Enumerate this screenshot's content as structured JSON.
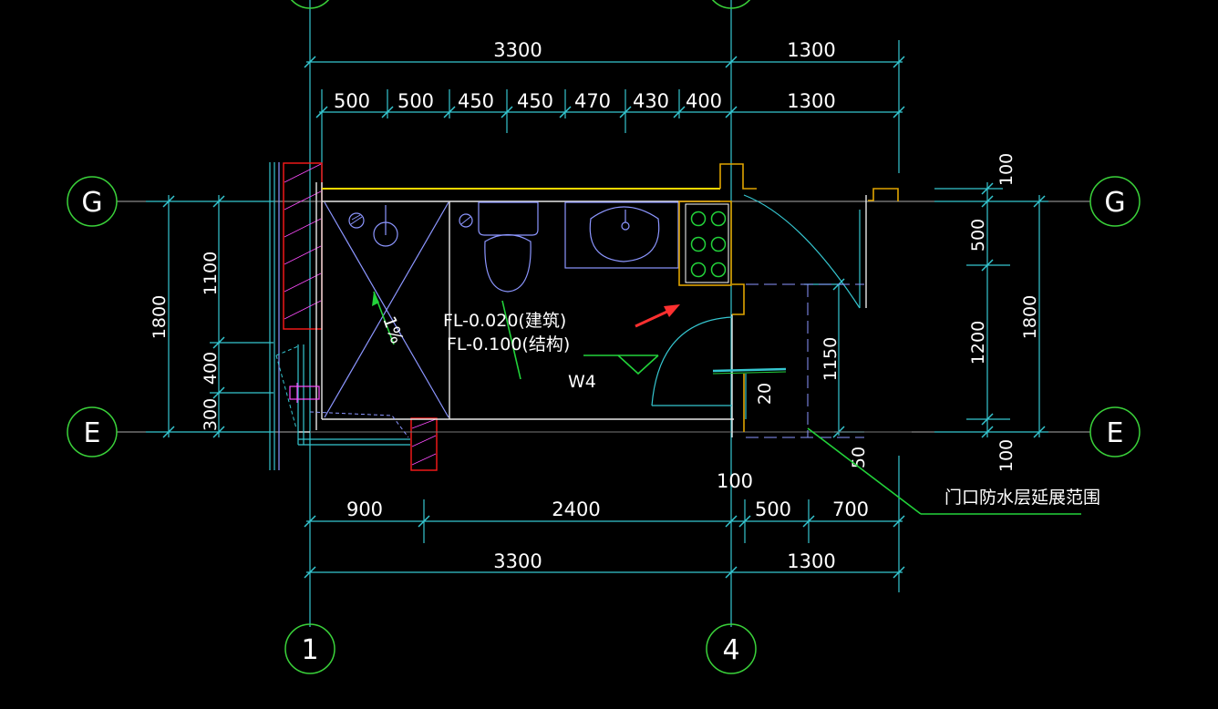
{
  "axes": {
    "G": "G",
    "E": "E",
    "one": "1",
    "four": "4"
  },
  "dims": {
    "top_total_a": "3300",
    "top_total_b": "1300",
    "top_seg": [
      "500",
      "500",
      "450",
      "450",
      "470",
      "430",
      "400",
      "1300"
    ],
    "bottom_seg": [
      "900",
      "2400",
      "500",
      "700"
    ],
    "bottom_total_a": "3300",
    "bottom_total_b": "1300",
    "left_total": "1800",
    "left_seg": [
      "1100",
      "400",
      "300"
    ],
    "right_total": "1800",
    "right_seg": [
      "100",
      "500",
      "1200",
      "100"
    ],
    "inner_1150": "1150",
    "inner_20": "20",
    "inner_50": "50",
    "inner_100": "100"
  },
  "labels": {
    "fl_arch": "FL-0.020(建筑)",
    "fl_struct": "FL-0.100(结构)",
    "slope": "1%",
    "window": "W4",
    "waterproof": "门口防水层延展范围"
  },
  "colors": {
    "background": "#000000",
    "dimension": "#35c6d0",
    "wall": "#e8e8e8",
    "fixture": "#8c96ff",
    "accent_yellow": "#ffd900",
    "accent_orange": "#e0a400",
    "accent_green": "#22d23a",
    "accent_red": "#ff1b1b",
    "accent_magenta": "#ff4cff"
  }
}
